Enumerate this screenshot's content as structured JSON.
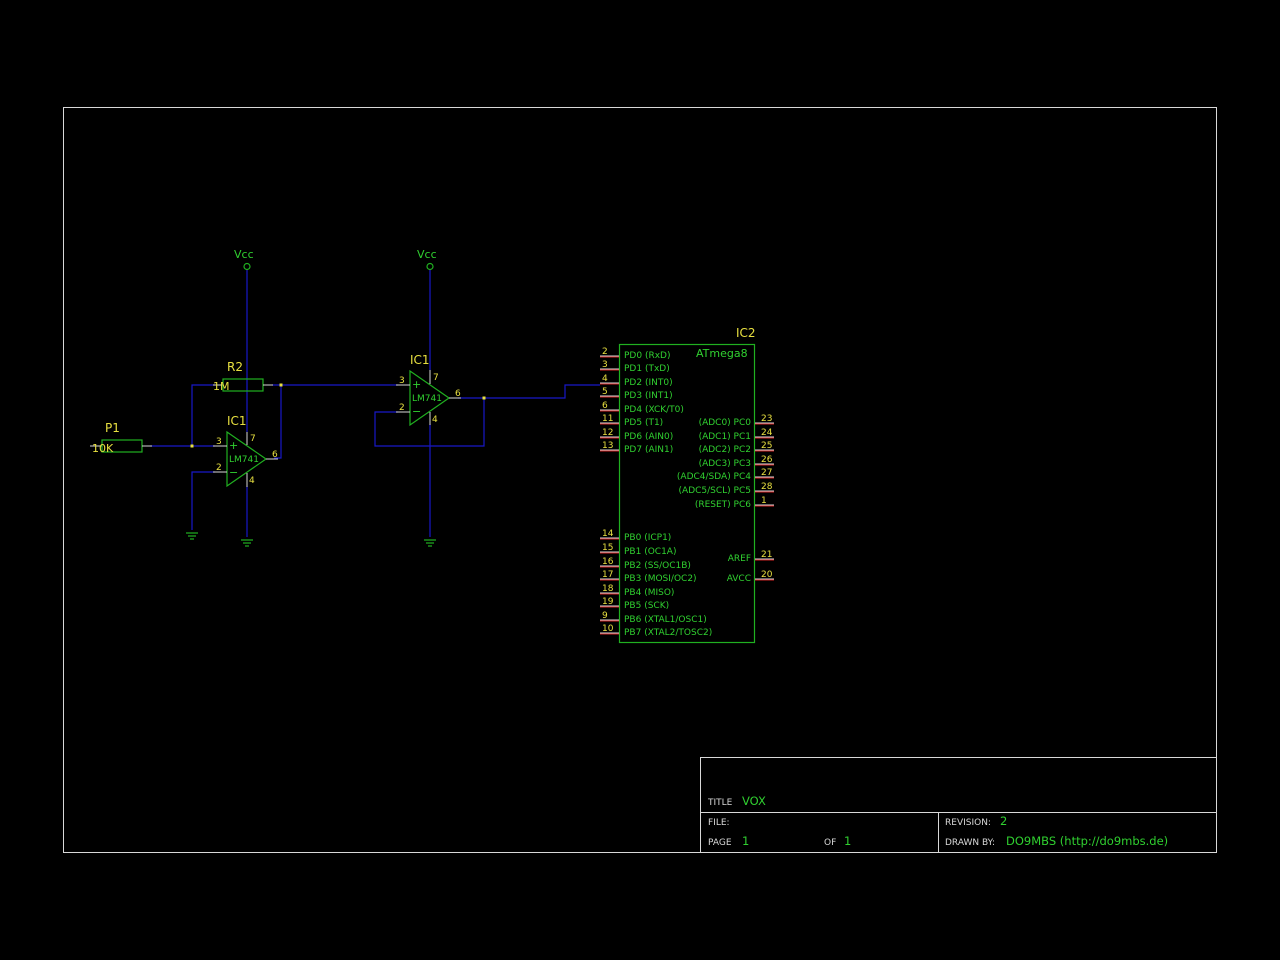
{
  "title_block": {
    "title_key": "TITLE",
    "title_value": "VOX",
    "file_key": "FILE:",
    "page_key": "PAGE",
    "page_value": "1",
    "of_key": "OF",
    "of_value": "1",
    "revision_key": "REVISION:",
    "revision_value": "2",
    "drawn_by_key": "DRAWN BY:",
    "drawn_by_value": "DO9MBS (http://do9mbs.de)"
  },
  "power": {
    "vcc1": "Vcc",
    "vcc2": "Vcc"
  },
  "resistors": {
    "r1": {
      "ref": "P1",
      "value": "10K"
    },
    "r2": {
      "ref": "R2",
      "value": "1M"
    }
  },
  "opamp1": {
    "ref": "IC1",
    "part": "LM741",
    "plus": "+",
    "minus": "−",
    "pin_plus": "3",
    "pin_minus": "2",
    "pin_out": "6",
    "pin_vcc": "7",
    "pin_gnd": "4"
  },
  "opamp2": {
    "ref": "IC1",
    "part": "LM741",
    "plus": "+",
    "minus": "−",
    "pin_plus": "3",
    "pin_minus": "2",
    "pin_out": "6",
    "pin_vcc": "7",
    "pin_gnd": "4"
  },
  "mcu": {
    "ref": "IC2",
    "part": "ATmega8",
    "left_pins": [
      {
        "num": "2",
        "name": "PD0 (RxD)"
      },
      {
        "num": "3",
        "name": "PD1 (TxD)"
      },
      {
        "num": "4",
        "name": "PD2 (INT0)"
      },
      {
        "num": "5",
        "name": "PD3 (INT1)"
      },
      {
        "num": "6",
        "name": "PD4 (XCK/T0)"
      },
      {
        "num": "11",
        "name": "PD5 (T1)"
      },
      {
        "num": "12",
        "name": "PD6 (AIN0)"
      },
      {
        "num": "13",
        "name": "PD7 (AIN1)"
      },
      {
        "num": "14",
        "name": "PB0 (ICP1)"
      },
      {
        "num": "15",
        "name": "PB1 (OC1A)"
      },
      {
        "num": "16",
        "name": "PB2 (SS/OC1B)"
      },
      {
        "num": "17",
        "name": "PB3 (MOSI/OC2)"
      },
      {
        "num": "18",
        "name": "PB4 (MISO)"
      },
      {
        "num": "19",
        "name": "PB5 (SCK)"
      },
      {
        "num": "9",
        "name": "PB6 (XTAL1/OSC1)"
      },
      {
        "num": "10",
        "name": "PB7 (XTAL2/TOSC2)"
      }
    ],
    "right_pins": [
      {
        "num": "23",
        "name": "(ADC0) PC0"
      },
      {
        "num": "24",
        "name": "(ADC1) PC1"
      },
      {
        "num": "25",
        "name": "(ADC2) PC2"
      },
      {
        "num": "26",
        "name": "(ADC3) PC3"
      },
      {
        "num": "27",
        "name": "(ADC4/SDA) PC4"
      },
      {
        "num": "28",
        "name": "(ADC5/SCL) PC5"
      },
      {
        "num": "1",
        "name": "(RESET) PC6"
      },
      {
        "num": "21",
        "name": "AREF"
      },
      {
        "num": "20",
        "name": "AVCC"
      }
    ]
  },
  "colors": {
    "background": "#000000",
    "wire": "#1818c8",
    "symbol": "#20b020",
    "label": "#e8e040",
    "frame": "#d8d8d8"
  }
}
